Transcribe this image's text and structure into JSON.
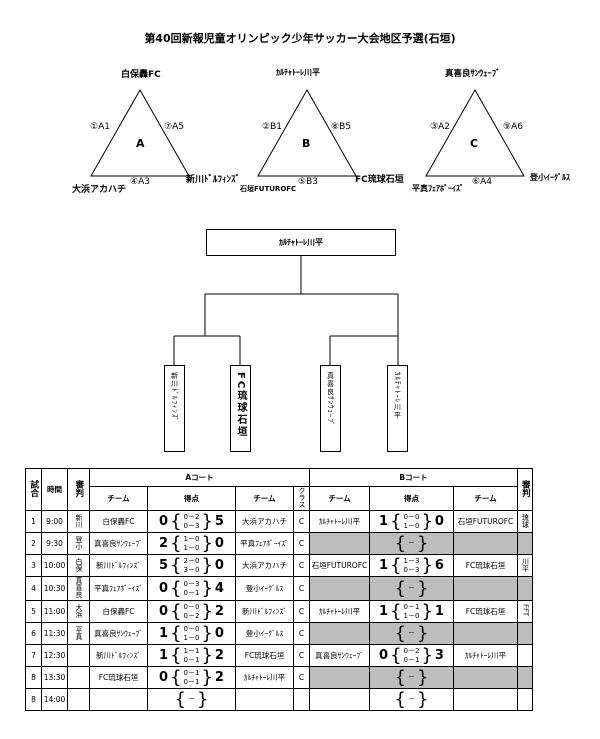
{
  "title": "第40回新報児童オリンピック少年サッカー大会地区予選(石垣)",
  "groups": [
    {
      "letter": "A",
      "top": "白保轟FC",
      "left": "大浜アカハチ",
      "right": "新川ﾄﾞﾙﾌｨﾝｽﾞ",
      "m_left": "①A1",
      "m_right": "⑦A5",
      "m_bottom": "④A3"
    },
    {
      "letter": "B",
      "top": "ｶﾙﾁｬﾄｰﾚ川平",
      "left": "石垣FUTUROFC",
      "right": "FC琉球石垣",
      "m_left": "②B1",
      "m_right": "⑧B5",
      "m_bottom": "⑤B3"
    },
    {
      "letter": "C",
      "top": "真喜良ｻﾝｳｪｰﾌﾞ",
      "left": "平真ﾌｪｱﾎﾞｰｲｽﾞ",
      "right": "登小ｲｰｸﾞﾙｽ",
      "m_left": "③A2",
      "m_right": "⑨A6",
      "m_bottom": "⑥A4"
    }
  ],
  "bracket": {
    "final": "ｶﾙﾁｬﾄｰﾚ川平",
    "teams": [
      "新川ﾄﾞﾙﾌｨﾝｽﾞ",
      "FC琉球石垣",
      "真喜良ｻﾝｳｪｰﾌﾞ",
      "ｶﾙﾁｬﾄｰﾚ川平"
    ]
  },
  "schedule": {
    "headers": {
      "match": "試合",
      "time": "時間",
      "referee": "審判",
      "court_a": "Aコート",
      "court_b": "Bコート",
      "team": "チーム",
      "score": "得点",
      "class": "クラス"
    },
    "rows": [
      {
        "no": "1",
        "time": "9:00",
        "ref": "新川",
        "a_home": "白保轟FC",
        "a_tot1": "0",
        "a_h1": "0－2",
        "a_h2": "0－3",
        "a_tot2": "5",
        "a_away": "大浜アカハチ",
        "cls": "C",
        "b_home": "ｶﾙﾁｬﾄｰﾚ川平",
        "b_tot1": "1",
        "b_h1": "0－0",
        "b_h2": "1－0",
        "b_tot2": "0",
        "b_away": "石垣FUTUROFC",
        "b_ref": "琉球"
      },
      {
        "no": "2",
        "time": "9:30",
        "ref": "登小",
        "a_home": "真喜良ｻﾝｳｪｰﾌﾞ",
        "a_tot1": "2",
        "a_h1": "1－0",
        "a_h2": "1－0",
        "a_tot2": "0",
        "a_away": "平真ﾌｪｱﾎﾞｰｲｽﾞ",
        "cls": "C",
        "b_home": "",
        "b_tot1": "",
        "b_h1": "－",
        "b_h2": "",
        "b_tot2": "",
        "b_away": "",
        "b_ref": ""
      },
      {
        "no": "3",
        "time": "10:00",
        "ref": "白保",
        "a_home": "新川ﾄﾞﾙﾌｨﾝｽﾞ",
        "a_tot1": "5",
        "a_h1": "2－0",
        "a_h2": "3－0",
        "a_tot2": "0",
        "a_away": "大浜アカハチ",
        "cls": "C",
        "b_home": "石垣FUTUROFC",
        "b_tot1": "1",
        "b_h1": "1－3",
        "b_h2": "0－3",
        "b_tot2": "6",
        "b_away": "FC琉球石垣",
        "b_ref": "川平"
      },
      {
        "no": "4",
        "time": "10:30",
        "ref": "真喜良",
        "a_home": "平真ﾌｪｱﾎﾞｰｲｽﾞ",
        "a_tot1": "0",
        "a_h1": "0－3",
        "a_h2": "0－1",
        "a_tot2": "4",
        "a_away": "登小ｲｰｸﾞﾙｽ",
        "cls": "C",
        "b_home": "",
        "b_tot1": "",
        "b_h1": "－",
        "b_h2": "",
        "b_tot2": "",
        "b_away": "",
        "b_ref": ""
      },
      {
        "no": "5",
        "time": "11:00",
        "ref": "大浜",
        "a_home": "白保轟FC",
        "a_tot1": "0",
        "a_h1": "0－0",
        "a_h2": "0－2",
        "a_tot2": "2",
        "a_away": "新川ﾄﾞﾙﾌｨﾝｽﾞ",
        "cls": "C",
        "b_home": "ｶﾙﾁｬﾄｰﾚ川平",
        "b_tot1": "1",
        "b_h1": "0－1",
        "b_h2": "1－0",
        "b_tot2": "1",
        "b_away": "FC琉球石垣",
        "b_ref": "FFT"
      },
      {
        "no": "6",
        "time": "11:30",
        "ref": "平真",
        "a_home": "真喜良ｻﾝｳｪｰﾌﾞ",
        "a_tot1": "1",
        "a_h1": "0－0",
        "a_h2": "1－0",
        "a_tot2": "0",
        "a_away": "登小ｲｰｸﾞﾙｽ",
        "cls": "C",
        "b_home": "",
        "b_tot1": "",
        "b_h1": "－",
        "b_h2": "",
        "b_tot2": "",
        "b_away": "",
        "b_ref": ""
      },
      {
        "no": "7",
        "time": "12:30",
        "ref": "",
        "a_home": "新川ﾄﾞﾙﾌｨﾝｽﾞ",
        "a_tot1": "1",
        "a_h1": "1－1",
        "a_h2": "0－1",
        "a_tot2": "2",
        "a_away": "FC琉球石垣",
        "cls": "C",
        "b_home": "真喜良ｻﾝｳｪｰﾌﾞ",
        "b_tot1": "0",
        "b_h1": "0－2",
        "b_h2": "0－1",
        "b_tot2": "3",
        "b_away": "ｶﾙﾁｬﾄｰﾚ川平",
        "b_ref": ""
      },
      {
        "no": "8",
        "time": "13:30",
        "ref": "",
        "a_home": "FC琉球石垣",
        "a_tot1": "0",
        "a_h1": "0－1",
        "a_h2": "0－1",
        "a_tot2": "2",
        "a_away": "ｶﾙﾁｬﾄｰﾚ川平",
        "cls": "C",
        "b_home": "",
        "b_tot1": "",
        "b_h1": "－",
        "b_h2": "",
        "b_tot2": "",
        "b_away": "",
        "b_ref": ""
      },
      {
        "no": "8",
        "time": "14:00",
        "ref": "",
        "a_home": "",
        "a_tot1": "",
        "a_h1": "－",
        "a_h2": "",
        "a_tot2": "",
        "a_away": "",
        "cls": "",
        "b_home": "",
        "b_tot1": "",
        "b_h1": "－",
        "b_h2": "",
        "b_tot2": "",
        "b_away": "",
        "b_ref": ""
      }
    ],
    "b_grey_rows": [
      1,
      3,
      5,
      7
    ]
  }
}
